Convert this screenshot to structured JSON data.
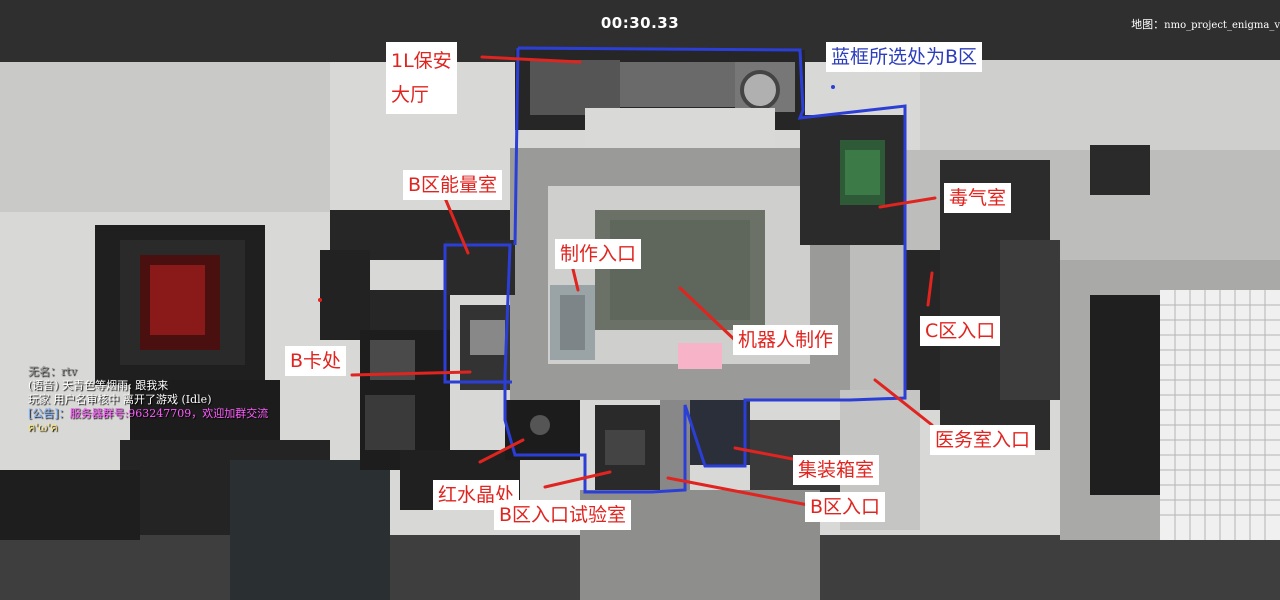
{
  "hud": {
    "timer": "00:30.33",
    "map_label": "地图：",
    "map_name": "nmo_project_enigma_v"
  },
  "annotations": {
    "security_hall_line1": "1L保安",
    "security_hall_line2": "大厅",
    "blue_box_note": "蓝框所选处为B区",
    "b_energy_room": "B区能量室",
    "gas_room": "毒气室",
    "craft_entrance": "制作入口",
    "c_entrance": "C区入口",
    "b_card": "B卡处",
    "robot_craft": "机器人制作",
    "medical_entrance": "医务室入口",
    "assembly_box_room": "集装箱室",
    "red_crystal": "红水晶处",
    "b_entrance_lab": "B区入口试验室",
    "b_entrance": "B区入口"
  },
  "chat": {
    "line1": "无名：rtv",
    "line2": "(语音) 天青色等烟雨: 跟我来",
    "line3": "玩家 用户名审核中 离开了游戏 (Idle)",
    "line4_tag": "[公告]：",
    "line4_text": "服务器群号:963247709，欢迎加群交流",
    "line5": "ฅ'ω'ฅ"
  },
  "colors": {
    "annotation_red": "#e0241f",
    "annotation_blue": "#2c3dbd",
    "zone_outline": "#2b3fd6",
    "pink_marker": "#f7b3c8"
  }
}
